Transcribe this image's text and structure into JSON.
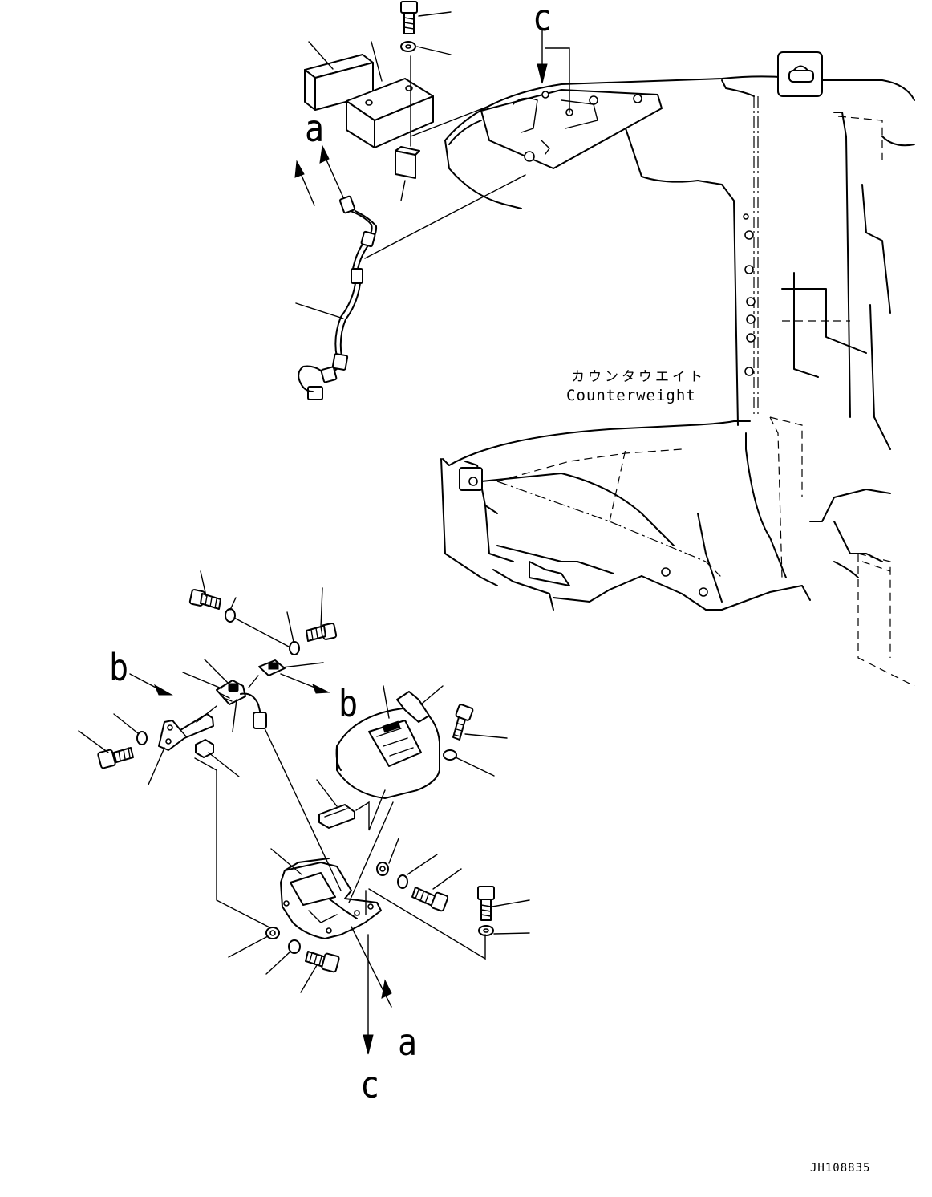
{
  "labels": {
    "counterweight_jp": "カウンタウエイト",
    "counterweight_en": "Counterweight",
    "drawing_number": "JH108835"
  },
  "view_markers": {
    "a": "a",
    "b": "b",
    "c": "c"
  }
}
